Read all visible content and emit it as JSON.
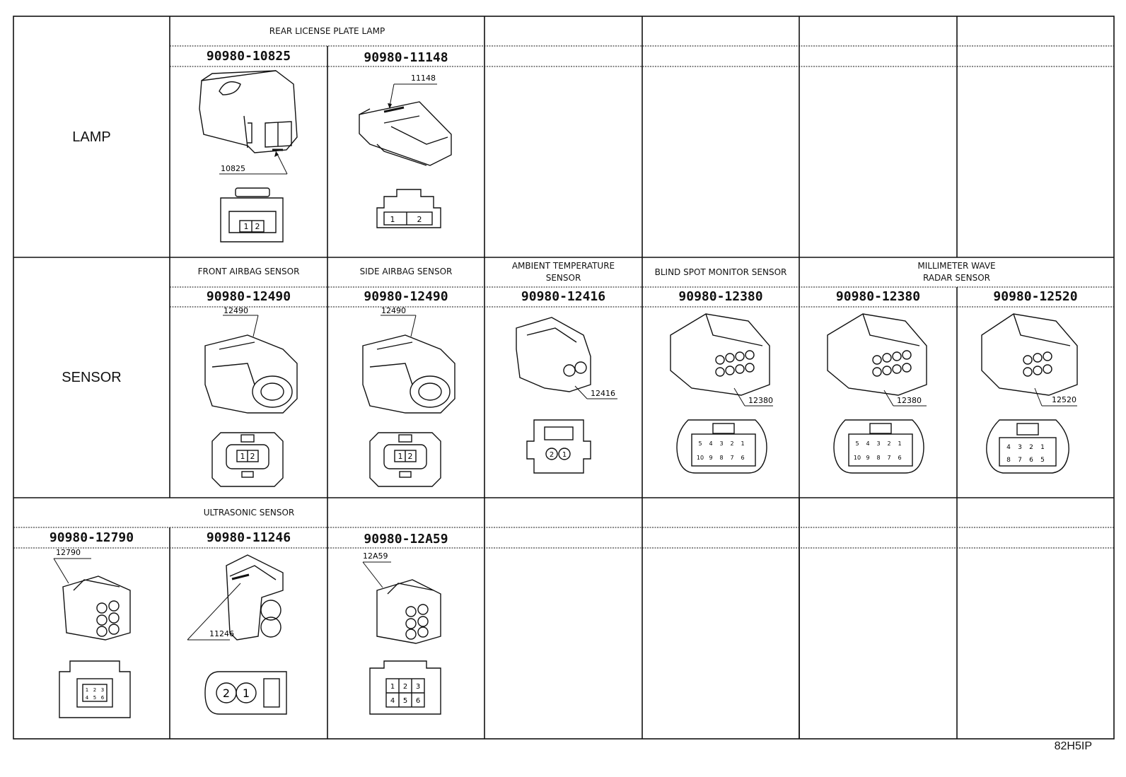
{
  "categories": {
    "lamp": "LAMP",
    "sensor": "SENSOR"
  },
  "headers": {
    "rear_license_plate_lamp": "REAR LICENSE PLATE LAMP",
    "front_airbag_sensor": "FRONT AIRBAG SENSOR",
    "side_airbag_sensor": "SIDE AIRBAG SENSOR",
    "ambient_temperature_sensor": "AMBIENT TEMPERATURE\nSENSOR",
    "blind_spot_monitor_sensor": "BLIND SPOT MONITOR SENSOR",
    "millimeter_wave_radar_sensor": "MILLIMETER WAVE\nRADAR SENSOR",
    "ultrasonic_sensor": "ULTRASONIC SENSOR"
  },
  "connectors": {
    "c10825": {
      "part_no": "90980-10825",
      "callout": "10825",
      "pins": [
        "1",
        "2"
      ]
    },
    "c11148": {
      "part_no": "90980-11148",
      "callout": "11148",
      "pins": [
        "1",
        "2"
      ]
    },
    "c12490a": {
      "part_no": "90980-12490",
      "callout": "12490",
      "pins": [
        "1",
        "2"
      ]
    },
    "c12490b": {
      "part_no": "90980-12490",
      "callout": "12490",
      "pins": [
        "1",
        "2"
      ]
    },
    "c12416": {
      "part_no": "90980-12416",
      "callout": "12416",
      "pins": [
        "2",
        "1"
      ]
    },
    "c12380a": {
      "part_no": "90980-12380",
      "callout": "12380",
      "pins": [
        "5",
        "4",
        "3",
        "2",
        "1",
        "10",
        "9",
        "8",
        "7",
        "6"
      ]
    },
    "c12380b": {
      "part_no": "90980-12380",
      "callout": "12380",
      "pins": [
        "5",
        "4",
        "3",
        "2",
        "1",
        "10",
        "9",
        "8",
        "7",
        "6"
      ]
    },
    "c12520": {
      "part_no": "90980-12520",
      "callout": "12520",
      "pins": [
        "4",
        "3",
        "2",
        "1",
        "8",
        "7",
        "6",
        "5"
      ]
    },
    "c12790": {
      "part_no": "90980-12790",
      "callout": "12790",
      "pins": [
        "1",
        "2",
        "3",
        "4",
        "5",
        "6"
      ]
    },
    "c11246": {
      "part_no": "90980-11246",
      "callout": "11246",
      "pins": [
        "2",
        "1"
      ]
    },
    "c12A59": {
      "part_no": "90980-12A59",
      "callout": "12A59",
      "pins": [
        "1",
        "2",
        "3",
        "4",
        "5",
        "6"
      ]
    }
  },
  "image_code": "82H5IP"
}
